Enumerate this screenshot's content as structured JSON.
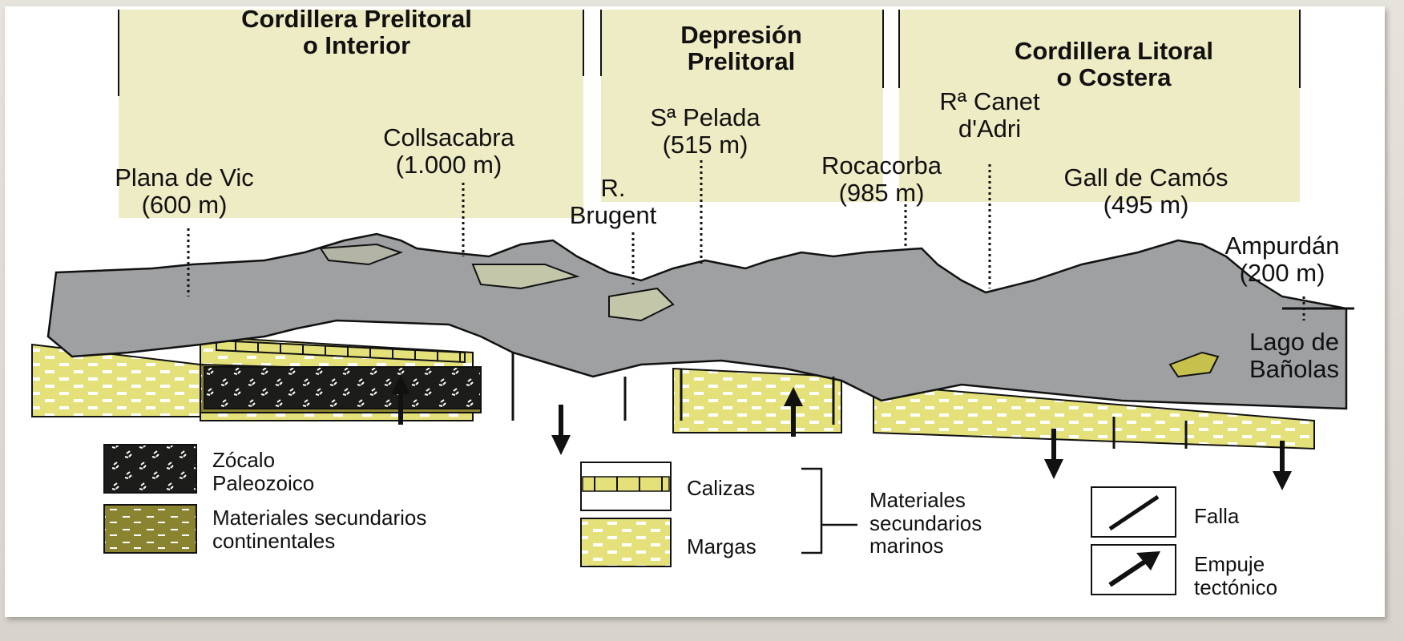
{
  "regions": [
    {
      "id": "prelitoral",
      "lines": [
        "Cordillera Prelitoral",
        "o Interior"
      ]
    },
    {
      "id": "depresion",
      "lines": [
        "Depresión",
        "Prelitoral"
      ]
    },
    {
      "id": "litoral",
      "lines": [
        "Cordillera Litoral",
        "o Costera"
      ]
    }
  ],
  "places": [
    {
      "name": "Plana de Vic",
      "alt": "(600 m)"
    },
    {
      "name": "Collsacabra",
      "alt": "(1.000 m)"
    },
    {
      "name": "R.",
      "alt": "Brugent"
    },
    {
      "name": "Sª Pelada",
      "alt": "(515 m)"
    },
    {
      "name": "Rocacorba",
      "alt": "(985 m)"
    },
    {
      "name": "Rª Canet",
      "alt": "d'Adri"
    },
    {
      "name": "Gall de Camós",
      "alt": "(495 m)"
    },
    {
      "name": "Ampurdán",
      "alt": "(200 m)"
    },
    {
      "name": "Lago de",
      "alt": "Bañolas"
    }
  ],
  "legend": {
    "zocalo": [
      "Zócalo",
      "Paleozoico"
    ],
    "continentales": [
      "Materiales secundarios",
      "continentales"
    ],
    "calizas": "Calizas",
    "margas": "Margas",
    "marinos": [
      "Materiales",
      "secundarios",
      "marinos"
    ],
    "falla": "Falla",
    "empuje": [
      "Empuje",
      "tectónico"
    ]
  },
  "colors": {
    "rock_gray": "#9ea0a2",
    "marl_yellow": "#e4e07a",
    "zocalo_black": "#1c1c1a",
    "continental_olive": "#8a8330",
    "header_band": "#eeecc4"
  }
}
